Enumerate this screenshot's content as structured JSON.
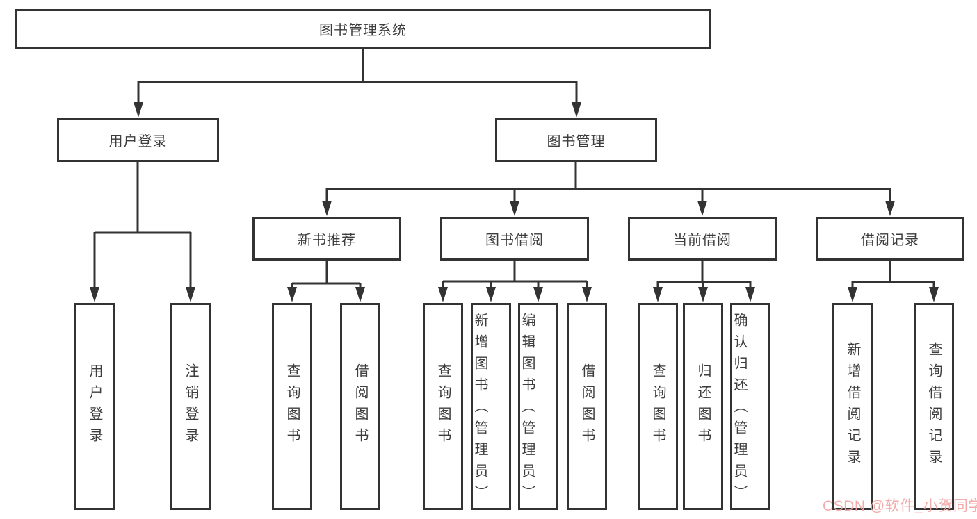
{
  "tree": {
    "root": {
      "label": "图书管理系统"
    },
    "branches": [
      {
        "label": "用户登录",
        "children": [
          {
            "label": "用户登录"
          },
          {
            "label": "注销登录"
          }
        ]
      },
      {
        "label": "图书管理",
        "children": [
          {
            "label": "新书推荐",
            "children": [
              {
                "label": "查询图书"
              },
              {
                "label": "借阅图书"
              }
            ]
          },
          {
            "label": "图书借阅",
            "children": [
              {
                "label": "查询图书"
              },
              {
                "label": "新增图书（管理员）"
              },
              {
                "label": "编辑图书（管理员）"
              },
              {
                "label": "借阅图书"
              }
            ]
          },
          {
            "label": "当前借阅",
            "children": [
              {
                "label": "查询图书"
              },
              {
                "label": "归还图书"
              },
              {
                "label": "确认归还（管理员）"
              }
            ]
          },
          {
            "label": "借阅记录",
            "children": [
              {
                "label": "新增借阅记录"
              },
              {
                "label": "查询借阅记录"
              }
            ]
          }
        ]
      }
    ]
  },
  "watermark": {
    "text": "CSDN @软件_小贺同学"
  },
  "colors": {
    "line": "#333333",
    "text": "#3d3d3d",
    "watermark": "#f2a6a6",
    "background": "#ffffff"
  }
}
